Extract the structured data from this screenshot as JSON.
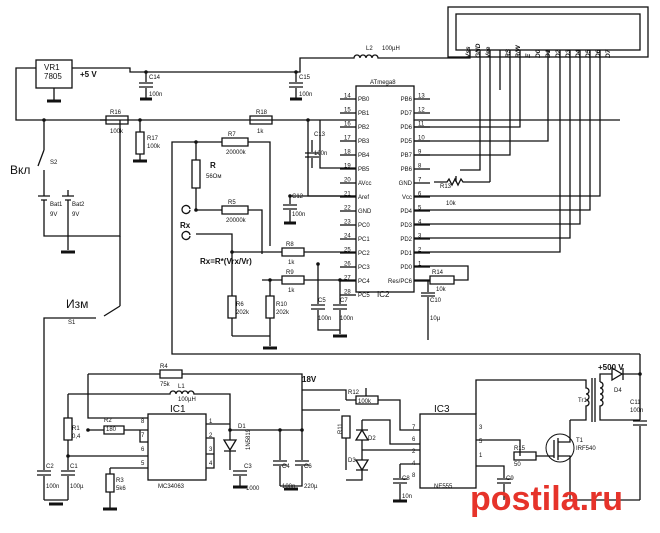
{
  "labels": {
    "vr1": "VR1",
    "vr1_part": "7805",
    "plus5v": "+5 V",
    "c14": "C14",
    "c14_val": "100n",
    "c15": "C15",
    "c15_val": "100n",
    "l2": "L2",
    "l2_val": "100µH",
    "atmega": "ATmega8",
    "ic2": "IC2",
    "r16": "R16",
    "r16_val": "100k",
    "r17": "R17",
    "r17_val": "100k",
    "r18": "R18",
    "r18_val": "1k",
    "r7": "R7",
    "r7_val": "20000k",
    "c13": "C13",
    "c13_val": "100n",
    "r_label": "R",
    "r_val": "56Ом",
    "r5": "R5",
    "r5_val": "20000k",
    "c12": "C12",
    "c12_val": "100n",
    "rx": "Rx",
    "formula": "Rx=R*(Vrx/Vr)",
    "vkl": "Вкл",
    "s2": "S2",
    "bat1": "Bat1",
    "bat1_val": "9V",
    "bat2": "Bat2",
    "bat2_val": "9V",
    "izm": "Изм",
    "s1": "S1",
    "r8": "R8",
    "r8_val": "1k",
    "r9": "R9",
    "r9_val": "1k",
    "r6": "R6",
    "r6_val": "202k",
    "r10": "R10",
    "r10_val": "202k",
    "c5": "C5",
    "c5_val": "100n",
    "c7": "C7",
    "c7_val": "100n",
    "c10": "C10",
    "c10_val": "10µ",
    "r13": "R13",
    "r13_val": "10k",
    "r14": "R14",
    "r14_val": "10k",
    "plus500v": "+500 V",
    "v18": "18V",
    "r4": "R4",
    "r4_val": "75k",
    "l1": "L1",
    "l1_val": "100µH",
    "r2": "R2",
    "r2_val": "180",
    "ic1": "IC1",
    "ic1_part": "MC34063",
    "r1": "R1",
    "r1_val": "0,4",
    "r3": "R3",
    "r3_val": "5k6",
    "c2": "C2",
    "c2_val": "100n",
    "c1": "C1",
    "c1_val": "100µ",
    "d1": "D1",
    "d1_part": "1N5819",
    "c3": "C3",
    "c3_val": "1000",
    "c4": "C4",
    "c4_val": "100n",
    "c6": "C6",
    "c6_val": "220µ",
    "r12": "R12",
    "r12_val": "100k",
    "r11": "R11",
    "d2": "D2",
    "d3": "D3",
    "c8": "C8",
    "c8_val": "10n",
    "ic3": "IC3",
    "ic3_part": "NE555",
    "c9": "C9",
    "r15": "R15",
    "r15_val": "50",
    "t1": "T1",
    "t1_part": "IRF540",
    "tr1": "Tr1",
    "d4": "D4",
    "c11": "C11",
    "c11_val": "100n",
    "watermark": "postila.ru"
  },
  "lcd_pins": [
    "Vss",
    "GND",
    "Vee",
    "RS",
    "R/W",
    "E",
    "D0",
    "D1",
    "D2",
    "D3",
    "D4",
    "D5",
    "D6",
    "D7"
  ],
  "atmega_left": [
    {
      "pin": "14",
      "name": "PB0"
    },
    {
      "pin": "15",
      "name": "PB1"
    },
    {
      "pin": "16",
      "name": "PB2"
    },
    {
      "pin": "17",
      "name": "PB3"
    },
    {
      "pin": "18",
      "name": "PB4"
    },
    {
      "pin": "19",
      "name": "PB5"
    },
    {
      "pin": "20",
      "name": "AVcc"
    },
    {
      "pin": "21",
      "name": "Aref"
    },
    {
      "pin": "22",
      "name": "GND"
    },
    {
      "pin": "23",
      "name": "PC0"
    },
    {
      "pin": "24",
      "name": "PC1"
    },
    {
      "pin": "25",
      "name": "PC2"
    },
    {
      "pin": "26",
      "name": "PC3"
    },
    {
      "pin": "27",
      "name": "PC4"
    },
    {
      "pin": "28",
      "name": "PC5"
    }
  ],
  "atmega_right": [
    {
      "pin": "13",
      "name": "PB6"
    },
    {
      "pin": "12",
      "name": "PD7"
    },
    {
      "pin": "11",
      "name": "PD6"
    },
    {
      "pin": "10",
      "name": "PD5"
    },
    {
      "pin": "9",
      "name": "PB7"
    },
    {
      "pin": "8",
      "name": "PB6"
    },
    {
      "pin": "7",
      "name": "GND"
    },
    {
      "pin": "6",
      "name": "Vcc"
    },
    {
      "pin": "5",
      "name": "PD4"
    },
    {
      "pin": "4",
      "name": "PD3"
    },
    {
      "pin": "3",
      "name": "PD2"
    },
    {
      "pin": "2",
      "name": "PD1"
    },
    {
      "pin": "1",
      "name": "PD0"
    },
    {
      "pin": "",
      "name": "Res/PC6"
    }
  ],
  "ic1_pins_left": [
    "8",
    "7",
    "6",
    "5"
  ],
  "ic1_pins_right": [
    "1",
    "2",
    "3",
    "4"
  ],
  "ic3_pins_left": [
    "7",
    "6",
    "2",
    "4",
    "8"
  ],
  "ic3_pins_right": [
    "3",
    "5",
    "1"
  ]
}
